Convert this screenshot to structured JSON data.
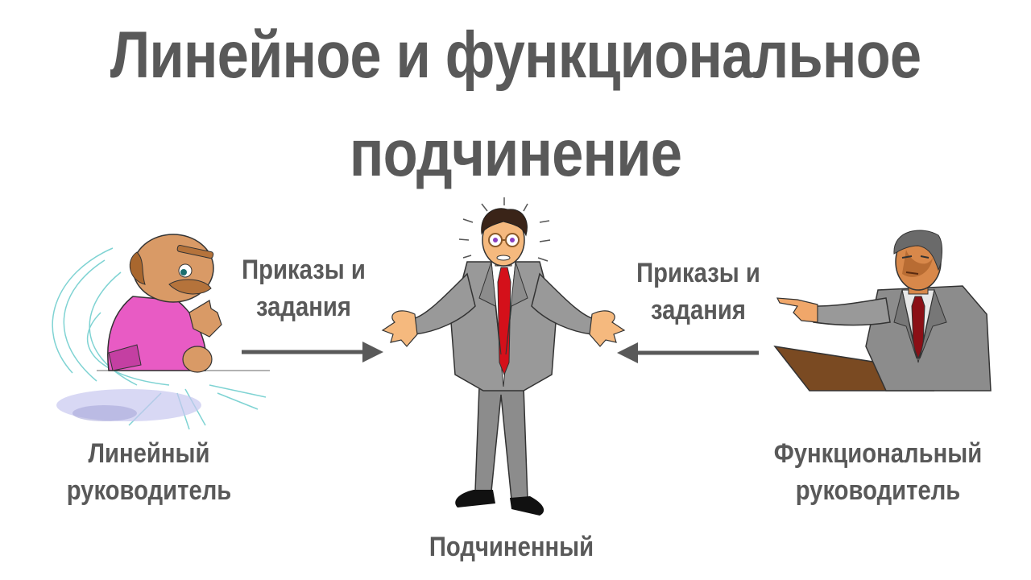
{
  "title": {
    "line1": "Линейное и функциональное",
    "line2": "подчинение"
  },
  "flows": [
    {
      "from": "Линейный руководитель",
      "to": "Подчиненный",
      "label_line1": "Приказы и",
      "label_line2": "задания",
      "direction": "right"
    },
    {
      "from": "Функциональный руководитель",
      "to": "Подчиненный",
      "label_line1": "Приказы и",
      "label_line2": "задания",
      "direction": "left"
    }
  ],
  "roles": {
    "line_manager": {
      "line1": "Линейный",
      "line2": "руководитель"
    },
    "subordinate": {
      "line1": "Подчиненный"
    },
    "functional_manager": {
      "line1": "Функциональный",
      "line2": "руководитель"
    }
  },
  "colors": {
    "text": "#595959",
    "arrow": "#595959",
    "pink_shirt": "#e85bc4",
    "suit_gray": "#8c8c8c",
    "tie_red": "#d4101a",
    "dark_tie": "#8b0f16",
    "skin": "#f5b97e",
    "podium": "#7a4a22",
    "motion_lines": "#7fd3d3"
  }
}
